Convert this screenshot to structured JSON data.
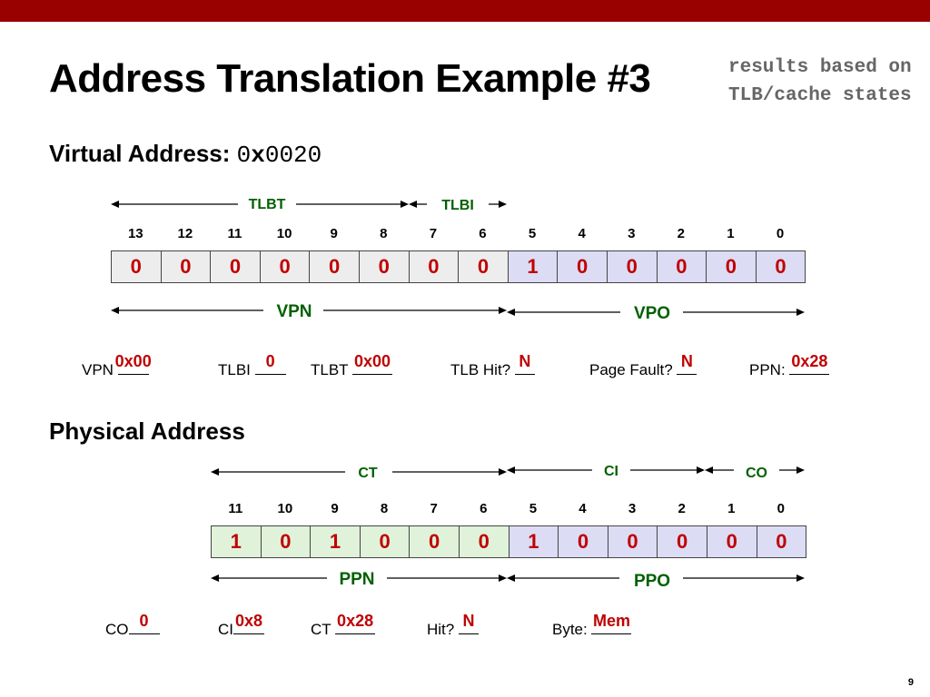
{
  "slide": {
    "title": "Address Translation Example #3",
    "note": "results based on TLB/cache states",
    "page_number": "9"
  },
  "virtual": {
    "heading_label": "Virtual Address: ",
    "hex_prefix_0": "0",
    "hex_prefix_x": "x",
    "hex_digits": "0020",
    "tlbt_label": "TLBT",
    "tlbi_label": "TLBI",
    "vpn_label": "VPN",
    "vpo_label": "VPO",
    "bit_numbers": [
      "13",
      "12",
      "11",
      "10",
      "9",
      "8",
      "7",
      "6",
      "5",
      "4",
      "3",
      "2",
      "1",
      "0"
    ],
    "bits": [
      "0",
      "0",
      "0",
      "0",
      "0",
      "0",
      "0",
      "0",
      "1",
      "0",
      "0",
      "0",
      "0",
      "0"
    ]
  },
  "vfields": {
    "vpn": {
      "label": "VPN ",
      "value": "0x00"
    },
    "tlbi": {
      "label": "TLBI ",
      "value": "0"
    },
    "tlbt": {
      "label": "TLBT ",
      "value": "0x00"
    },
    "tlbhit": {
      "label": "TLB Hit? ",
      "value": "N"
    },
    "pagefault": {
      "label": "Page Fault? ",
      "value": "N"
    },
    "ppn": {
      "label": "PPN: ",
      "value": "0x28"
    }
  },
  "physical": {
    "heading": "Physical Address",
    "ct_label": "CT",
    "ci_label": "CI",
    "co_label": "CO",
    "ppn_label": "PPN",
    "ppo_label": "PPO",
    "bit_numbers": [
      "11",
      "10",
      "9",
      "8",
      "7",
      "6",
      "5",
      "4",
      "3",
      "2",
      "1",
      "0"
    ],
    "bits": [
      "1",
      "0",
      "1",
      "0",
      "0",
      "0",
      "1",
      "0",
      "0",
      "0",
      "0",
      "0"
    ]
  },
  "pfields": {
    "co": {
      "label": "CO",
      "value": "0"
    },
    "ci": {
      "label": "CI",
      "value": "0x8"
    },
    "ct": {
      "label": "CT ",
      "value": "0x28"
    },
    "hit": {
      "label": "Hit? ",
      "value": "N"
    },
    "byte": {
      "label": "Byte: ",
      "value": "Mem"
    }
  },
  "colors": {
    "top_bar": "#990000",
    "bit_value": "#c00000",
    "field_label": "#006000",
    "note_text": "#666666",
    "vpn_cells": "#ededed",
    "vpo_cells": "#dcdcf5",
    "ppn_cells": "#e0f2da",
    "ppo_cells": "#dcdcf5"
  }
}
